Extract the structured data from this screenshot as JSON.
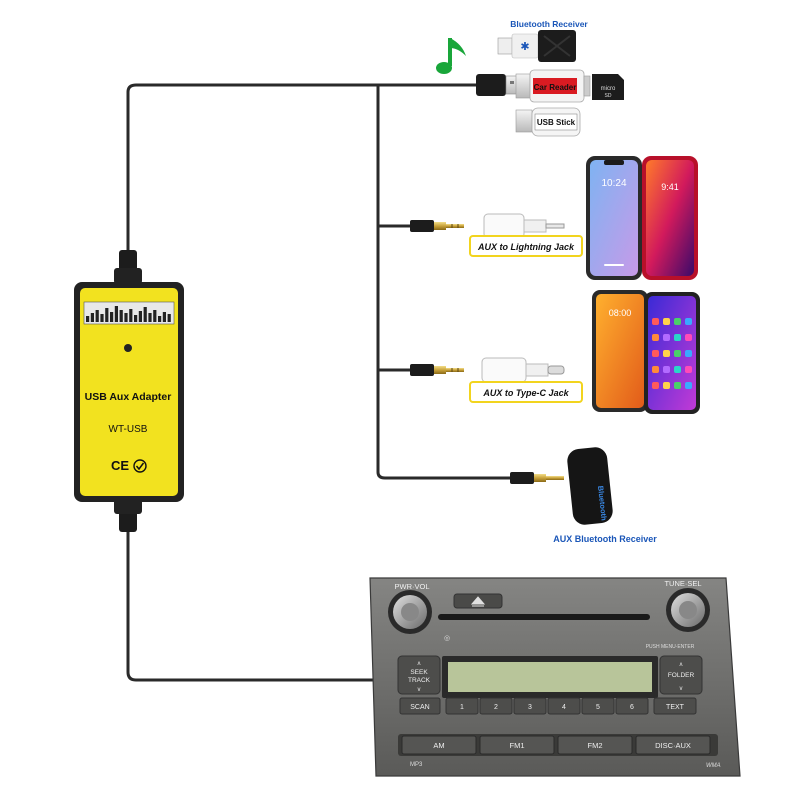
{
  "adapter": {
    "title": "USB Aux Adapter",
    "model": "WT-USB",
    "cert": "CE"
  },
  "accessories": {
    "bluetooth_receiver": "Bluetooth Receiver",
    "car_reader": "Car Reader",
    "usb_stick": "USB Stick",
    "lightning": "AUX to Lightning Jack",
    "typec": "AUX to Type-C Jack",
    "aux_bt": "AUX Bluetooth Receiver",
    "bt_device_text": "Bluetooth"
  },
  "phones": {
    "iphone_time": "10:24",
    "iphone_time2": "9:41",
    "android_time": "08:00"
  },
  "radio": {
    "pwr_vol": "PWR·VOL",
    "tune_sel": "TUNE·SEL",
    "push_menu_enter": "PUSH MENU·ENTER",
    "seek_track": "SEEK\nTRACK",
    "seek": "SEEK",
    "track": "TRACK",
    "folder": "FOLDER",
    "scan": "SCAN",
    "text": "TEXT",
    "presets": [
      "1",
      "2",
      "3",
      "4",
      "5",
      "6"
    ],
    "bottom_buttons": [
      "AM",
      "FM1",
      "FM2",
      "DISC·AUX"
    ],
    "mp3": "MP3",
    "wma": "WMA"
  },
  "colors": {
    "cable": "#2a2a2a",
    "adapter_yellow": "#f2e21f",
    "label_blue": "#1a56b8",
    "radio_body": "#6b6b69",
    "lcd": "#b8c59a"
  },
  "icons": {
    "music_note": "music-note-icon",
    "bluetooth": "bluetooth-icon"
  }
}
